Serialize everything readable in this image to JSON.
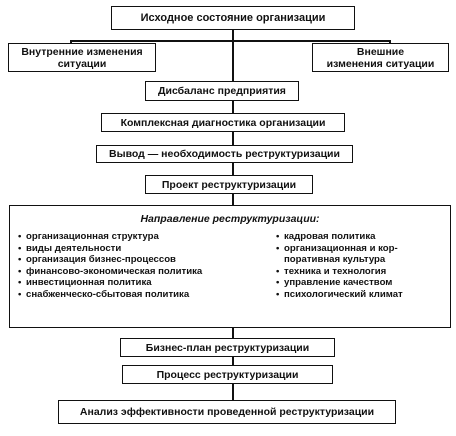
{
  "diagram": {
    "initial_state": "Исходное состояние организации",
    "internal_changes": [
      "Внутренние изменения",
      "ситуации"
    ],
    "external_changes": [
      "Внешние",
      "изменения ситуации"
    ],
    "imbalance": "Дисбаланс предприятия",
    "diagnostics": "Комплексная диагностика организации",
    "conclusion": "Вывод — необходимость реструктуризации",
    "project": "Проект реструктуризации",
    "directions": {
      "title": "Направление реструктуризации:",
      "left_items": [
        "организационная структура",
        "виды деятельности",
        "организация бизнес-процессов",
        "финансово-экономическая политика",
        "инвестиционная политика",
        "снабженческо-сбытовая политика"
      ],
      "right_items": [
        "кадровая политика",
        "организационная и кор-",
        "поративная культура",
        "техника и технология",
        "управление качеством",
        "психологический климат"
      ]
    },
    "business_plan": "Бизнес-план реструктуризации",
    "process": "Процесс реструктуризации",
    "efficiency_analysis": "Анализ эффективности проведенной реструктуризации"
  }
}
